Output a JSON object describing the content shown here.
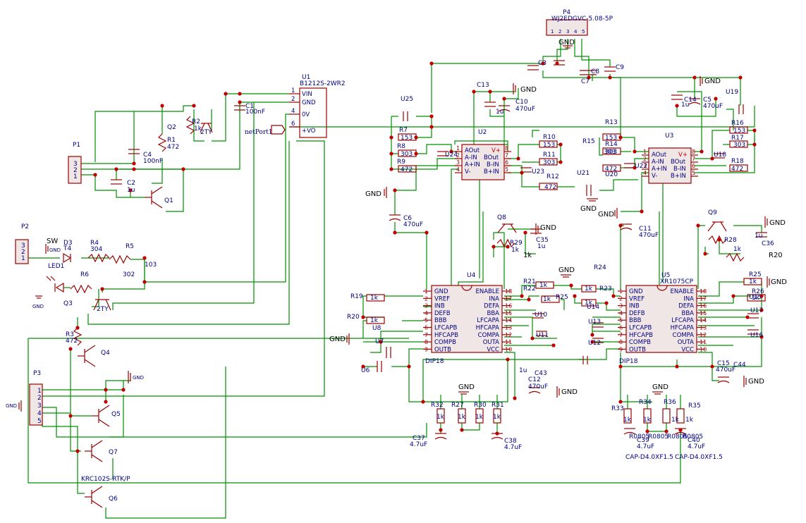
{
  "connectors": {
    "p4": {
      "ref": "P4",
      "value": "WJ2EDGVC-5.08-5P",
      "pins": [
        "1",
        "2",
        "3",
        "4",
        "5"
      ]
    },
    "p1": {
      "ref": "P1",
      "pins": [
        "3",
        "2",
        "1"
      ]
    },
    "p2": {
      "ref": "P2",
      "pins": [
        "3",
        "2",
        "1"
      ],
      "sw": "SW",
      "gnd_small": "GND"
    },
    "p3": {
      "ref": "P3",
      "pins": [
        "1",
        "2",
        "3",
        "4",
        "5"
      ],
      "gnd_small": "GND"
    }
  },
  "u1": {
    "ref": "U1",
    "value": "B1212S-2WR2",
    "pins": [
      "VIN",
      "GND",
      "0V",
      "+VO"
    ],
    "pin_numbers": [
      "1",
      "2",
      "4",
      "6"
    ]
  },
  "net_port": "netPort1",
  "u2": {
    "ref": "U2",
    "left_pins": [
      "AOut",
      "A-IN",
      "A+IN",
      "V-"
    ],
    "right_pins": [
      "V+",
      "BOut",
      "B-IN",
      "B+IN"
    ],
    "left_nums": [
      "1",
      "2",
      "3",
      "4"
    ],
    "right_nums": [
      "8",
      "7",
      "6",
      "5"
    ]
  },
  "u3": {
    "ref": "U3",
    "left_pins": [
      "AOut",
      "A-IN",
      "A+IN",
      "V-"
    ],
    "right_pins": [
      "V+",
      "BOut",
      "B-IN",
      "B+IN"
    ],
    "left_nums": [
      "1",
      "2",
      "3",
      "4"
    ],
    "right_nums": [
      "8",
      "7",
      "6",
      "5"
    ]
  },
  "u4": {
    "ref": "U4",
    "footprint": "DIP18",
    "left_pins": [
      "GND",
      "VREF",
      "INB",
      "DEFB",
      "BBB",
      "LFCAPB",
      "HFCAPB",
      "COMPB",
      "OUTB"
    ],
    "right_pins": [
      "ENABLE",
      "INA",
      "DEFA",
      "BBA",
      "LFCAPA",
      "HFCAPA",
      "COMPA",
      "OUTA",
      "VCC"
    ],
    "left_nums": [
      "1",
      "2",
      "3",
      "4",
      "5",
      "6",
      "7",
      "8",
      "9"
    ],
    "right_nums": [
      "18",
      "17",
      "16",
      "15",
      "14",
      "13",
      "12",
      "11",
      "10"
    ]
  },
  "u5": {
    "ref": "U5",
    "value": "XR1075CP",
    "footprint": "DIP18",
    "left_pins": [
      "GND",
      "VREF",
      "INB",
      "DEFB",
      "BBB",
      "LFCAPB",
      "HFCAPB",
      "COMPB",
      "OUTB"
    ],
    "right_pins": [
      "ENABLE",
      "INA",
      "DEFA",
      "BBA",
      "LFCAPA",
      "HFCAPA",
      "COMPA",
      "OUTA",
      "VCC"
    ],
    "left_nums": [
      "1",
      "2",
      "3",
      "4",
      "5",
      "6",
      "7",
      "8",
      "9"
    ],
    "right_nums": [
      "18",
      "17",
      "16",
      "15",
      "14",
      "13",
      "12",
      "11",
      "10"
    ]
  },
  "labels": [
    {
      "id": "c3",
      "text": "C3"
    },
    {
      "id": "c8",
      "text": "C8"
    },
    {
      "id": "c9",
      "text": "C9"
    },
    {
      "id": "c7",
      "text": "C7"
    },
    {
      "id": "c13",
      "text": "C13"
    },
    {
      "id": "c10",
      "text": "C10"
    },
    {
      "id": "c10v",
      "text": "470uF"
    },
    {
      "id": "c10u",
      "text": "1u"
    },
    {
      "id": "c1",
      "text": "C1"
    },
    {
      "id": "c1v",
      "text": "100nF"
    },
    {
      "id": "c4",
      "text": "C4"
    },
    {
      "id": "c4v",
      "text": "100nF"
    },
    {
      "id": "c2",
      "text": "C2"
    },
    {
      "id": "c2v",
      "text": "1u"
    },
    {
      "id": "c14",
      "text": "C14"
    },
    {
      "id": "c14u",
      "text": "1u"
    },
    {
      "id": "c5",
      "text": "C5"
    },
    {
      "id": "c5v",
      "text": "470uF"
    },
    {
      "id": "c6",
      "text": "C6"
    },
    {
      "id": "c6v",
      "text": "470uF"
    },
    {
      "id": "c11",
      "text": "C11"
    },
    {
      "id": "c11v",
      "text": "470uF"
    },
    {
      "id": "c35",
      "text": "C35"
    },
    {
      "id": "c35v",
      "text": "1u"
    },
    {
      "id": "c36",
      "text": "C36"
    },
    {
      "id": "c36v",
      "text": "1u"
    },
    {
      "id": "c43",
      "text": "C43"
    },
    {
      "id": "c43u",
      "text": "1u"
    },
    {
      "id": "c12",
      "text": "C12"
    },
    {
      "id": "c12v",
      "text": "470uF"
    },
    {
      "id": "c37",
      "text": "C37"
    },
    {
      "id": "c37v",
      "text": "4.7uF"
    },
    {
      "id": "c38",
      "text": "C38"
    },
    {
      "id": "c38v",
      "text": "4.7uF"
    },
    {
      "id": "c39",
      "text": "C39"
    },
    {
      "id": "c39v",
      "text": "4.7uF"
    },
    {
      "id": "c40",
      "text": "C40"
    },
    {
      "id": "c40v",
      "text": "4.7uF"
    },
    {
      "id": "c15",
      "text": "C15"
    },
    {
      "id": "c15v",
      "text": "470uF"
    },
    {
      "id": "c44",
      "text": "C44"
    },
    {
      "id": "cap1",
      "text": "CAP-D4.0XF1.5"
    },
    {
      "id": "cap2",
      "text": "CAP-D4.0XF1.5"
    },
    {
      "id": "r2",
      "text": "R2"
    },
    {
      "id": "r2v",
      "text": "1k"
    },
    {
      "id": "r1",
      "text": "R1"
    },
    {
      "id": "r1v",
      "text": "472"
    },
    {
      "id": "q2",
      "text": "Q2"
    },
    {
      "id": "q2v",
      "text": "2TY"
    },
    {
      "id": "q1",
      "text": "Q1"
    },
    {
      "id": "r7",
      "text": "R7"
    },
    {
      "id": "r7v",
      "text": "153"
    },
    {
      "id": "r8",
      "text": "R8"
    },
    {
      "id": "r8v",
      "text": "303"
    },
    {
      "id": "r9",
      "text": "R9"
    },
    {
      "id": "r9v",
      "text": "472"
    },
    {
      "id": "r10",
      "text": "R10"
    },
    {
      "id": "r10v",
      "text": "153"
    },
    {
      "id": "r11",
      "text": "R11"
    },
    {
      "id": "r11v",
      "text": "303"
    },
    {
      "id": "r12",
      "text": "R12"
    },
    {
      "id": "r12v",
      "text": "472"
    },
    {
      "id": "r13",
      "text": "R13"
    },
    {
      "id": "r13v",
      "text": "153"
    },
    {
      "id": "r14",
      "text": "R14"
    },
    {
      "id": "r14v",
      "text": "303"
    },
    {
      "id": "r15",
      "text": "R15"
    },
    {
      "id": "r15v",
      "text": "303"
    },
    {
      "id": "r16",
      "text": "R16"
    },
    {
      "id": "r16v",
      "text": "153"
    },
    {
      "id": "r17",
      "text": "R17"
    },
    {
      "id": "r17v",
      "text": "303"
    },
    {
      "id": "r18",
      "text": "R18"
    },
    {
      "id": "r18v",
      "text": "472"
    },
    {
      "id": "r20b",
      "text": "472"
    },
    {
      "id": "u25",
      "text": "U25"
    },
    {
      "id": "u24",
      "text": "U24"
    },
    {
      "id": "u23",
      "text": "U23"
    },
    {
      "id": "u21",
      "text": "U21"
    },
    {
      "id": "u22",
      "text": "U22"
    },
    {
      "id": "u20",
      "text": "U20"
    },
    {
      "id": "u18",
      "text": "U18"
    },
    {
      "id": "u19",
      "text": "U19"
    },
    {
      "id": "d3",
      "text": "D3"
    },
    {
      "id": "t4",
      "text": "T4"
    },
    {
      "id": "led1",
      "text": "LED1"
    },
    {
      "id": "r4",
      "text": "R4"
    },
    {
      "id": "r4v",
      "text": "304"
    },
    {
      "id": "r5",
      "text": "R5"
    },
    {
      "id": "r5v",
      "text": "302"
    },
    {
      "id": "r5v2",
      "text": "103"
    },
    {
      "id": "r6",
      "text": "R6"
    },
    {
      "id": "q3",
      "text": "Q3"
    },
    {
      "id": "q3v",
      "text": "2TY"
    },
    {
      "id": "r3",
      "text": "R3"
    },
    {
      "id": "r3v",
      "text": "472"
    },
    {
      "id": "q4",
      "text": "Q4"
    },
    {
      "id": "q5",
      "text": "Q5"
    },
    {
      "id": "q7",
      "text": "Q7"
    },
    {
      "id": "q6",
      "text": "Q6"
    },
    {
      "id": "krc",
      "text": "KRC102S-RTK/P"
    },
    {
      "id": "q8",
      "text": "Q8"
    },
    {
      "id": "r29",
      "text": "R29"
    },
    {
      "id": "r29v",
      "text": "1k"
    },
    {
      "id": "sw1",
      "text": "SW"
    },
    {
      "id": "q9",
      "text": "Q9"
    },
    {
      "id": "r28",
      "text": "R28"
    },
    {
      "id": "r28v",
      "text": "1k"
    },
    {
      "id": "sw2",
      "text": "SW"
    },
    {
      "id": "r19",
      "text": "R19"
    },
    {
      "id": "r19v",
      "text": "1k"
    },
    {
      "id": "r20",
      "text": "R20"
    },
    {
      "id": "r20v",
      "text": "1k"
    },
    {
      "id": "u8",
      "text": "U8"
    },
    {
      "id": "u7",
      "text": "U7"
    },
    {
      "id": "u6",
      "text": "U6"
    },
    {
      "id": "r21",
      "text": "R21"
    },
    {
      "id": "r22",
      "text": "R22"
    },
    {
      "id": "r21v",
      "text": "1k"
    },
    {
      "id": "r22v",
      "text": "1k"
    },
    {
      "id": "r25",
      "text": "R25"
    },
    {
      "id": "r24",
      "text": "R24"
    },
    {
      "id": "r23",
      "text": "R23"
    },
    {
      "id": "r23v",
      "text": "1k"
    },
    {
      "id": "r24v",
      "text": "1k"
    },
    {
      "id": "u10",
      "text": "U10"
    },
    {
      "id": "u11",
      "text": "U11"
    },
    {
      "id": "u13",
      "text": "U13"
    },
    {
      "id": "u12",
      "text": "U12"
    },
    {
      "id": "u14",
      "text": "U14"
    },
    {
      "id": "r25b",
      "text": "R25"
    },
    {
      "id": "r25bv",
      "text": "1k"
    },
    {
      "id": "r26",
      "text": "R26"
    },
    {
      "id": "r26v",
      "text": "1k"
    },
    {
      "id": "u15",
      "text": "U15"
    },
    {
      "id": "u17",
      "text": "U17"
    },
    {
      "id": "u16",
      "text": "U16"
    },
    {
      "id": "r32",
      "text": "R32"
    },
    {
      "id": "r27",
      "text": "R27"
    },
    {
      "id": "r30",
      "text": "R30"
    },
    {
      "id": "r31",
      "text": "R31"
    },
    {
      "id": "r33",
      "text": "R33"
    },
    {
      "id": "r34",
      "text": "R34"
    },
    {
      "id": "r36",
      "text": "R36"
    },
    {
      "id": "r35",
      "text": "R35"
    },
    {
      "id": "k1",
      "text": "1k"
    },
    {
      "id": "k2",
      "text": "1k"
    },
    {
      "id": "k3",
      "text": "1k"
    },
    {
      "id": "k4",
      "text": "1k"
    },
    {
      "id": "k5",
      "text": "1k"
    },
    {
      "id": "k6",
      "text": "1k"
    },
    {
      "id": "k7",
      "text": "1k"
    },
    {
      "id": "k8",
      "text": "1k"
    },
    {
      "id": "f1",
      "text": "R0805"
    },
    {
      "id": "f2",
      "text": "R0805"
    },
    {
      "id": "f3",
      "text": "R0805"
    },
    {
      "id": "f4",
      "text": "R0805"
    }
  ],
  "gnd_label": "GND"
}
